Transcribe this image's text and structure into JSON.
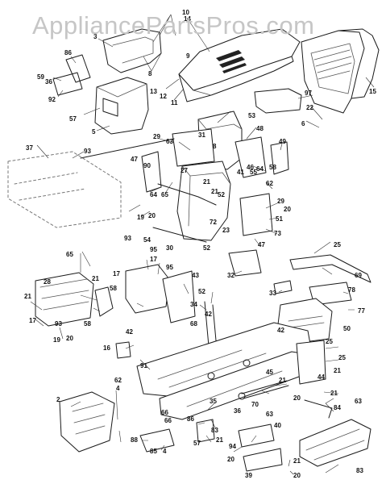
{
  "watermark": "AppliancePartsPros.com",
  "colors": {
    "line": "#1a1a1a",
    "watermark": "#c6c6c6",
    "background": "#ffffff"
  },
  "callouts": [
    {
      "id": "c10a",
      "text": "10"
    },
    {
      "id": "c14",
      "text": "14"
    },
    {
      "id": "c3",
      "text": "3"
    },
    {
      "id": "c9",
      "text": "9"
    },
    {
      "id": "c8",
      "text": "8"
    },
    {
      "id": "c86",
      "text": "86"
    },
    {
      "id": "c59",
      "text": "59"
    },
    {
      "id": "c36",
      "text": "36"
    },
    {
      "id": "c92",
      "text": "92"
    },
    {
      "id": "c57",
      "text": "57"
    },
    {
      "id": "c5",
      "text": "5"
    },
    {
      "id": "c13",
      "text": "13"
    },
    {
      "id": "c12",
      "text": "12"
    },
    {
      "id": "c11",
      "text": "11"
    },
    {
      "id": "c15",
      "text": "15"
    },
    {
      "id": "c97",
      "text": "97"
    },
    {
      "id": "c22",
      "text": "22"
    },
    {
      "id": "c6",
      "text": "6"
    },
    {
      "id": "c53",
      "text": "53"
    },
    {
      "id": "c37",
      "text": "37"
    },
    {
      "id": "c93a",
      "text": "93"
    },
    {
      "id": "c29",
      "text": "29"
    },
    {
      "id": "c63",
      "text": "63"
    },
    {
      "id": "c47a",
      "text": "47"
    },
    {
      "id": "c90",
      "text": "90"
    },
    {
      "id": "c31",
      "text": "31"
    },
    {
      "id": "c48",
      "text": "48"
    },
    {
      "id": "c49",
      "text": "49"
    },
    {
      "id": "c8b",
      "text": "8"
    },
    {
      "id": "c46",
      "text": "46"
    },
    {
      "id": "c41",
      "text": "41"
    },
    {
      "id": "c55",
      "text": "55"
    },
    {
      "id": "c64a",
      "text": "64"
    },
    {
      "id": "c58a",
      "text": "58"
    },
    {
      "id": "c27",
      "text": "27"
    },
    {
      "id": "c62a",
      "text": "62"
    },
    {
      "id": "c21a",
      "text": "21"
    },
    {
      "id": "c52a",
      "text": "52"
    },
    {
      "id": "c64b",
      "text": "64"
    },
    {
      "id": "c65a",
      "text": "65"
    },
    {
      "id": "c29b",
      "text": "29"
    },
    {
      "id": "c20a",
      "text": "20"
    },
    {
      "id": "c51",
      "text": "51"
    },
    {
      "id": "c21b",
      "text": "21"
    },
    {
      "id": "c19a",
      "text": "19"
    },
    {
      "id": "c20b",
      "text": "20"
    },
    {
      "id": "c72",
      "text": "72"
    },
    {
      "id": "c73",
      "text": "73"
    },
    {
      "id": "c93b",
      "text": "93"
    },
    {
      "id": "c23",
      "text": "23"
    },
    {
      "id": "c54",
      "text": "54"
    },
    {
      "id": "c30",
      "text": "30"
    },
    {
      "id": "c52b",
      "text": "52"
    },
    {
      "id": "c47b",
      "text": "47"
    },
    {
      "id": "c25a",
      "text": "25"
    },
    {
      "id": "c69",
      "text": "69"
    },
    {
      "id": "c65b",
      "text": "65"
    },
    {
      "id": "c95a",
      "text": "95"
    },
    {
      "id": "c17a",
      "text": "17"
    },
    {
      "id": "c17b",
      "text": "17"
    },
    {
      "id": "c95b",
      "text": "95"
    },
    {
      "id": "c32",
      "text": "32"
    },
    {
      "id": "c33",
      "text": "33"
    },
    {
      "id": "c28",
      "text": "28"
    },
    {
      "id": "c21c",
      "text": "21"
    },
    {
      "id": "c58b",
      "text": "58"
    },
    {
      "id": "c43",
      "text": "43"
    },
    {
      "id": "c78",
      "text": "78"
    },
    {
      "id": "c21d",
      "text": "21"
    },
    {
      "id": "c58c",
      "text": "58"
    },
    {
      "id": "c52c",
      "text": "52"
    },
    {
      "id": "c34",
      "text": "34"
    },
    {
      "id": "c42a",
      "text": "42"
    },
    {
      "id": "c77",
      "text": "77"
    },
    {
      "id": "c42b",
      "text": "42"
    },
    {
      "id": "c17c",
      "text": "17"
    },
    {
      "id": "c93c",
      "text": "93"
    },
    {
      "id": "c68",
      "text": "68"
    },
    {
      "id": "c42c",
      "text": "42"
    },
    {
      "id": "c50",
      "text": "50"
    },
    {
      "id": "c20c",
      "text": "20"
    },
    {
      "id": "c19b",
      "text": "19"
    },
    {
      "id": "c16",
      "text": "16"
    },
    {
      "id": "c25b",
      "text": "25"
    },
    {
      "id": "c91",
      "text": "91"
    },
    {
      "id": "c25c",
      "text": "25"
    },
    {
      "id": "c62b",
      "text": "62"
    },
    {
      "id": "c21e",
      "text": "21"
    },
    {
      "id": "c45",
      "text": "45"
    },
    {
      "id": "c44",
      "text": "44"
    },
    {
      "id": "c21f",
      "text": "21"
    },
    {
      "id": "c2",
      "text": "2"
    },
    {
      "id": "c4a",
      "text": "4"
    },
    {
      "id": "c35",
      "text": "35"
    },
    {
      "id": "c70",
      "text": "70"
    },
    {
      "id": "c63b",
      "text": "63"
    },
    {
      "id": "c20d",
      "text": "20"
    },
    {
      "id": "c21g",
      "text": "21"
    },
    {
      "id": "c66",
      "text": "66"
    },
    {
      "id": "c66b",
      "text": "66"
    },
    {
      "id": "c36b",
      "text": "36"
    },
    {
      "id": "c84",
      "text": "84"
    },
    {
      "id": "c63c",
      "text": "63"
    },
    {
      "id": "c86b",
      "text": "86"
    },
    {
      "id": "c40",
      "text": "40"
    },
    {
      "id": "c57b",
      "text": "57"
    },
    {
      "id": "c83a",
      "text": "83"
    },
    {
      "id": "c21h",
      "text": "21"
    },
    {
      "id": "c85",
      "text": "85"
    },
    {
      "id": "c4b",
      "text": "4"
    },
    {
      "id": "c94",
      "text": "94"
    },
    {
      "id": "c20e",
      "text": "20"
    },
    {
      "id": "c39",
      "text": "39"
    },
    {
      "id": "c21i",
      "text": "21"
    },
    {
      "id": "c20f",
      "text": "20"
    },
    {
      "id": "c83b",
      "text": "83"
    },
    {
      "id": "c88",
      "text": "88"
    }
  ]
}
